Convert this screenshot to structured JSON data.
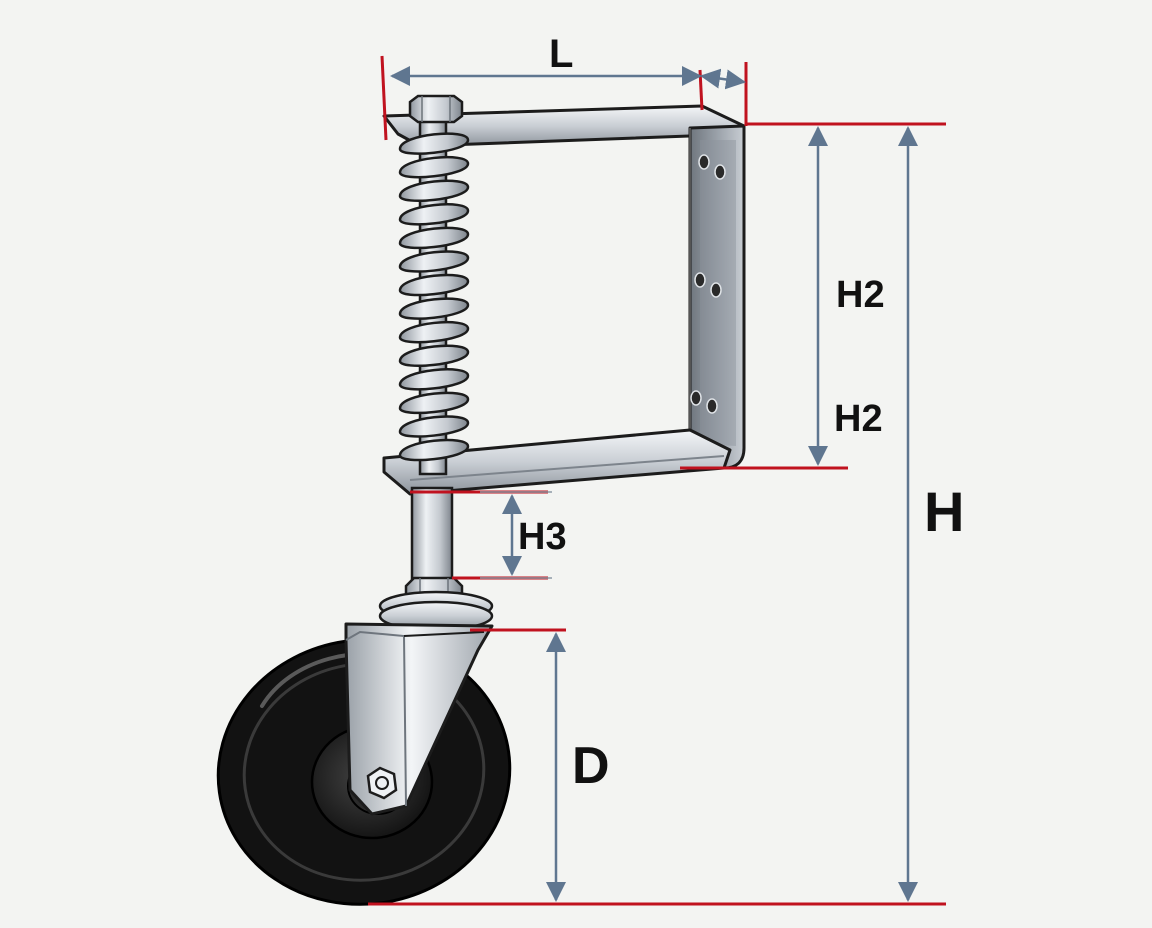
{
  "dimensions": {
    "L": "L",
    "H2_upper": "H2",
    "H2_lower": "H2",
    "H3": "H3",
    "H": "H",
    "D": "D"
  },
  "colors": {
    "background": "#f3f4f2",
    "dimension_arrow": "#5f7690",
    "reference_line": "#c0121f",
    "steel_light": "#e6e9ec",
    "steel_mid": "#b9bfc6",
    "steel_dark": "#7b828a",
    "tire": "#121212",
    "outline": "#1c1c1c"
  },
  "parts": {
    "bracket": "u-bracket",
    "spring": "coil-spring",
    "stem": "threaded-stem",
    "fork": "caster-fork",
    "wheel": "rubber-wheel"
  }
}
